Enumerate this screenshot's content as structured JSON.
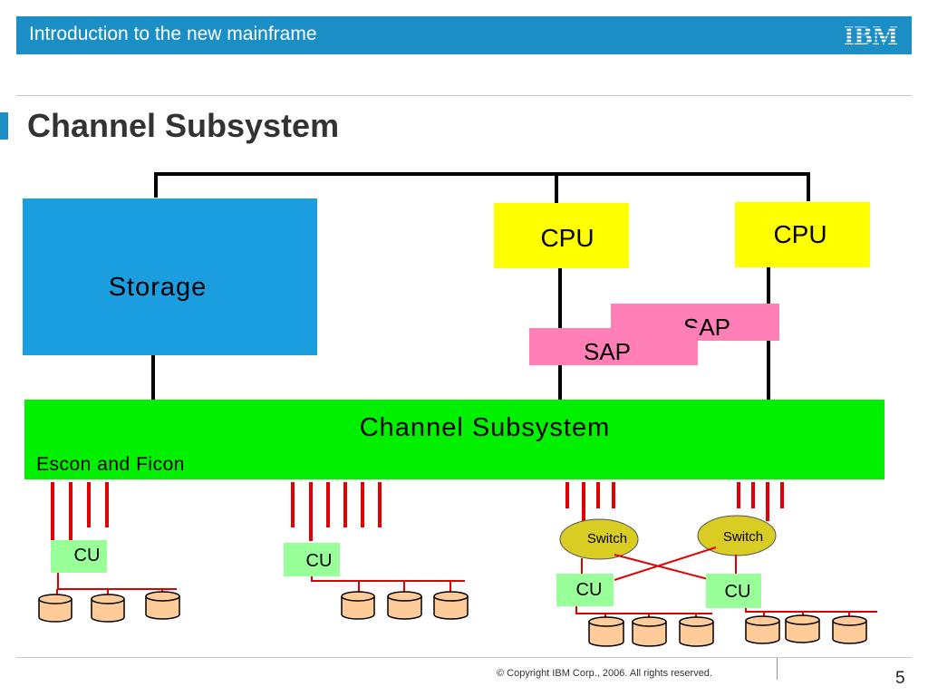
{
  "header": {
    "title": "Introduction to the new mainframe",
    "logo_text": "IBM",
    "bar_color": "#1a8ec5"
  },
  "slide_title": "Channel Subsystem",
  "diagram": {
    "storage_label": "Storage",
    "cpu_labels": [
      "CPU",
      "CPU"
    ],
    "sap_labels": [
      "SAP",
      "SAP"
    ],
    "channel_subsystem_label": "Channel Subsystem",
    "escon_label": "Escon and Ficon",
    "switch_labels": [
      "Switch",
      "Switch"
    ],
    "cu_labels": [
      "CU",
      "CU",
      "CU",
      "CU"
    ],
    "colors": {
      "storage": "#1a9ee0",
      "cpu": "#ffff00",
      "sap": "#ff7fb6",
      "channel_subsystem": "#00f000",
      "cu": "#99ff99",
      "switch": "#d9cc22",
      "channel_line": "#e00000",
      "disk": "#ffcc99"
    }
  },
  "footer": {
    "copyright": "© Copyright IBM Corp., 2006. All rights reserved.",
    "page_number": "5"
  }
}
